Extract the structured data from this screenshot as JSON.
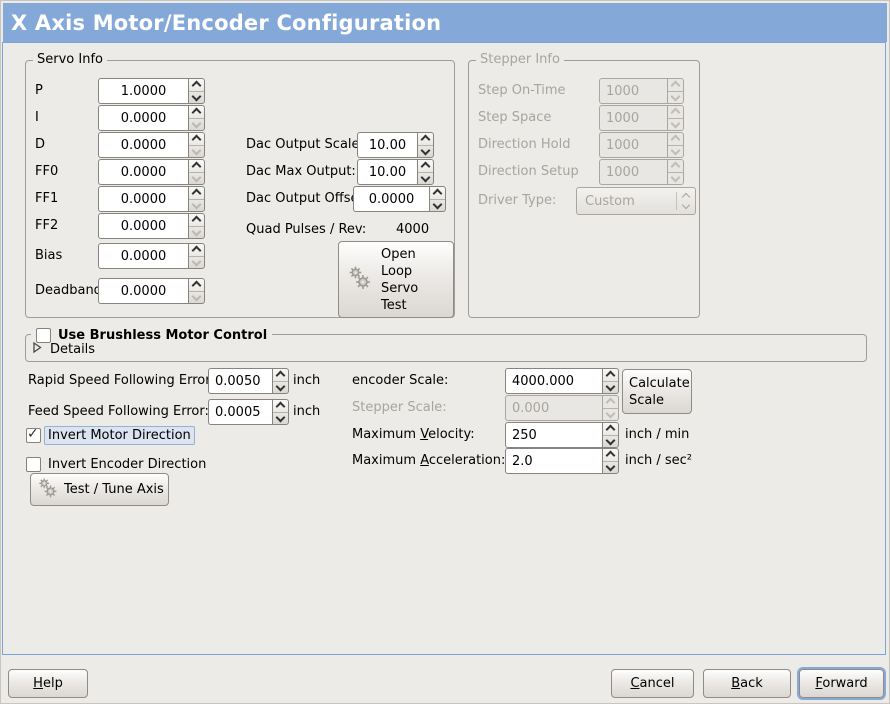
{
  "title": "X Axis Motor/Encoder Configuration",
  "colors": {
    "titlebar_blue": "#84a8d8",
    "panel_border_blue": "#7ea3d6",
    "window_bg": "#ecebe8",
    "focus_highlight": "#dbe4f0",
    "disabled_text": "#a8a49e"
  },
  "icons": {
    "checkmark": "✓"
  },
  "servo": {
    "legend": "Servo Info",
    "rows": [
      {
        "label": "P",
        "value": "1.0000",
        "down_dim": false
      },
      {
        "label": "I",
        "value": "0.0000",
        "down_dim": true
      },
      {
        "label": "D",
        "value": "0.0000",
        "down_dim": true
      },
      {
        "label": "FF0",
        "value": "0.0000",
        "down_dim": true
      },
      {
        "label": "FF1",
        "value": "0.0000",
        "down_dim": true
      },
      {
        "label": "FF2",
        "value": "0.0000",
        "down_dim": true
      },
      {
        "label": "Bias",
        "value": "0.0000",
        "down_dim": true
      },
      {
        "label": "Deadband",
        "value": "0.0000",
        "down_dim": true
      }
    ],
    "dac_rows": [
      {
        "label": "Dac Output Scale:",
        "value": "10.00"
      },
      {
        "label": "Dac Max Output:",
        "value": "10.00"
      },
      {
        "label": "Dac Output Offset:",
        "value": "0.0000"
      }
    ],
    "quad_label": "Quad Pulses / Rev:",
    "quad_value": "4000",
    "open_loop_button": "Open\nLoop\nServo\nTest"
  },
  "stepper": {
    "legend": "Stepper Info",
    "rows": [
      {
        "label": "Step On-Time",
        "value": "1000"
      },
      {
        "label": "Step Space",
        "value": "1000"
      },
      {
        "label": "Direction Hold",
        "value": "1000"
      },
      {
        "label": "Direction Setup",
        "value": "1000"
      }
    ],
    "driver_label": "Driver Type:",
    "driver_value": "Custom"
  },
  "brushless": {
    "checkbox_label": "Use Brushless Motor Control",
    "details_label": "Details"
  },
  "following_rows": [
    {
      "label": "Rapid Speed Following Error:",
      "value": "0.0050",
      "unit": "inch"
    },
    {
      "label": "Feed Speed Following Error:",
      "value": "0.0005",
      "unit": "inch"
    }
  ],
  "scales": {
    "encoder_label": "encoder Scale:",
    "encoder_value": "4000.000",
    "calc_button": "Calculate\nScale",
    "stepper_label": "Stepper Scale:",
    "stepper_value": "0.000",
    "velocity": {
      "pre": "Maximum ",
      "m": "V",
      "rest": "elocity:",
      "value": "250",
      "unit": "inch / min"
    },
    "accel": {
      "pre": "Maximum ",
      "m": "A",
      "rest": "cceleration:",
      "value": "2.0",
      "unit": "inch / sec²"
    }
  },
  "options": {
    "invert_motor_label": "Invert Motor Direction",
    "invert_encoder_label": "Invert Encoder Direction",
    "test_tune_button": "Test / Tune Axis"
  },
  "footer": {
    "help": {
      "m": "H",
      "rest": "elp"
    },
    "cancel": {
      "m": "C",
      "rest": "ancel"
    },
    "back": {
      "m": "B",
      "rest": "ack"
    },
    "forward": {
      "m": "F",
      "rest": "orward"
    }
  }
}
